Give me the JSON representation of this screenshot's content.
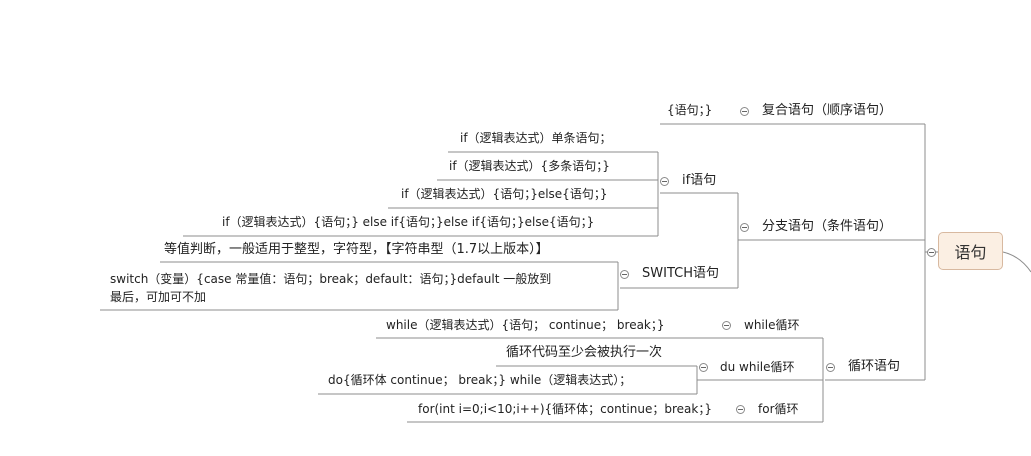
{
  "root": "语句",
  "nodes": {
    "compound": "复合语句（顺序语句）",
    "compound_detail": "{语句；}",
    "branch": "分支语句（条件语句）",
    "if": "if语句",
    "if_1": "if（逻辑表达式）单条语句；",
    "if_2": "if（逻辑表达式）{多条语句；}",
    "if_3": "if（逻辑表达式）{语句；}else{语句；}",
    "if_4": "if（逻辑表达式）{语句；} else if{语句；}else if{语句；}else{语句；}",
    "switch": "SWITCH语句",
    "switch_note": "等值判断，一般适用于整型，字符型，【字符串型（1.7以上版本）】",
    "switch_syntax_1": "switch（变量）{case 常量值：语句；break；default：语句；}default 一般放到",
    "switch_syntax_2": "最后，可加可不加",
    "loop": "循环语句",
    "while": "while循环",
    "while_detail": "while（逻辑表达式）{语句；   continue；   break；}",
    "dowhile": "du  while循环",
    "dowhile_note": "循环代码至少会被执行一次",
    "dowhile_detail": "do{循环体  continue；   break；} while（逻辑表达式）；",
    "for": "for循环",
    "for_detail": "for(int  i=0;i<10;i++){循环体；continue；break；}"
  }
}
